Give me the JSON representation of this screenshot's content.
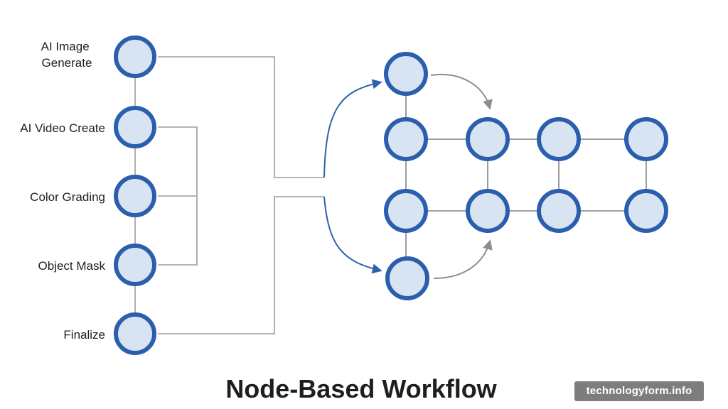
{
  "title": "Node-Based Workflow",
  "watermark": "technologyform.info",
  "stages": [
    {
      "id": "ai-image-generate",
      "label_lines": [
        "AI Image",
        "Generate"
      ]
    },
    {
      "id": "ai-video-create",
      "label_lines": [
        "AI Video Create"
      ]
    },
    {
      "id": "color-grading",
      "label_lines": [
        "Color Grading"
      ]
    },
    {
      "id": "object-mask",
      "label_lines": [
        "Object Mask"
      ]
    },
    {
      "id": "finalize",
      "label_lines": [
        "Finalize"
      ]
    }
  ],
  "colors": {
    "node_fill": "#d9e4f2",
    "node_stroke": "#2b5fae",
    "blue_arrow": "#2e62ad",
    "grey_line": "#9a9da2",
    "title": "#1e1e1e",
    "watermark_bg": "#7d7d7d"
  }
}
